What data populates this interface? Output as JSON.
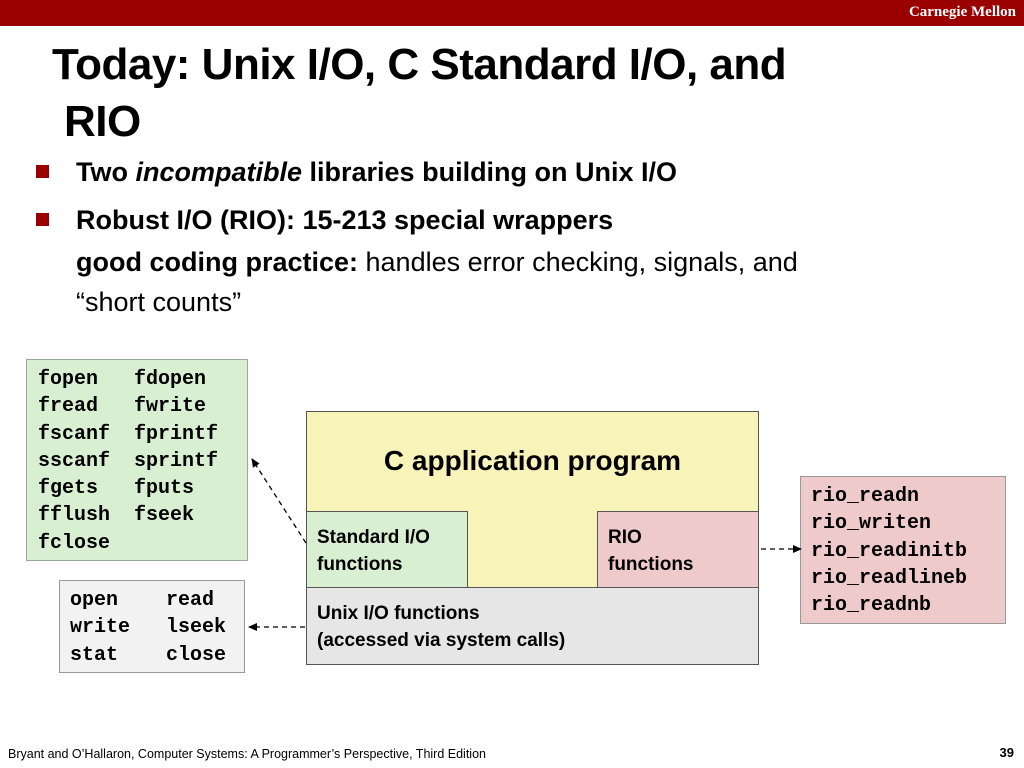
{
  "header": {
    "brand": "Carnegie Mellon"
  },
  "title": {
    "line1": "Today: Unix I/O, C Standard I/O, and",
    "line2": "RIO"
  },
  "bullets": [
    {
      "pre": "Two ",
      "emph": "incompatible",
      "post": " libraries building on Unix I/O"
    },
    {
      "text": "Robust I/O (RIO): 15-213 special wrappers"
    }
  ],
  "subtext": {
    "bold": "good coding practice:",
    "rest": " handles error checking, signals, and",
    "line2": "“short counts”"
  },
  "stdio_list": [
    [
      "fopen",
      "fdopen"
    ],
    [
      "fread",
      "fwrite"
    ],
    [
      "fscanf",
      "fprintf"
    ],
    [
      "sscanf",
      "sprintf"
    ],
    [
      "fgets",
      "fputs"
    ],
    [
      "fflush",
      "fseek"
    ],
    [
      "fclose",
      ""
    ]
  ],
  "unix_list": [
    [
      "open",
      "read"
    ],
    [
      "write",
      "lseek"
    ],
    [
      "stat",
      "close"
    ]
  ],
  "rio_list": [
    "rio_readn",
    "rio_writen",
    "rio_readinitb",
    "rio_readlineb",
    "rio_readnb"
  ],
  "diagram": {
    "app_label": "C application program",
    "stdio_line1": "Standard I/O",
    "stdio_line2": "functions",
    "rio_line1": "RIO",
    "rio_line2": "functions",
    "unix_line1": "Unix I/O functions",
    "unix_line2": "(accessed via system calls)"
  },
  "footer": {
    "text": "Bryant and O’Hallaron, Computer Systems: A Programmer’s Perspective, Third Edition",
    "page": "39"
  },
  "colors": {
    "accent": "#9b0000",
    "green_box": "#d9efd1",
    "pink_box": "#efcaca",
    "yellow_box": "#f7f3b9",
    "grey_box": "#e6e6e6"
  }
}
